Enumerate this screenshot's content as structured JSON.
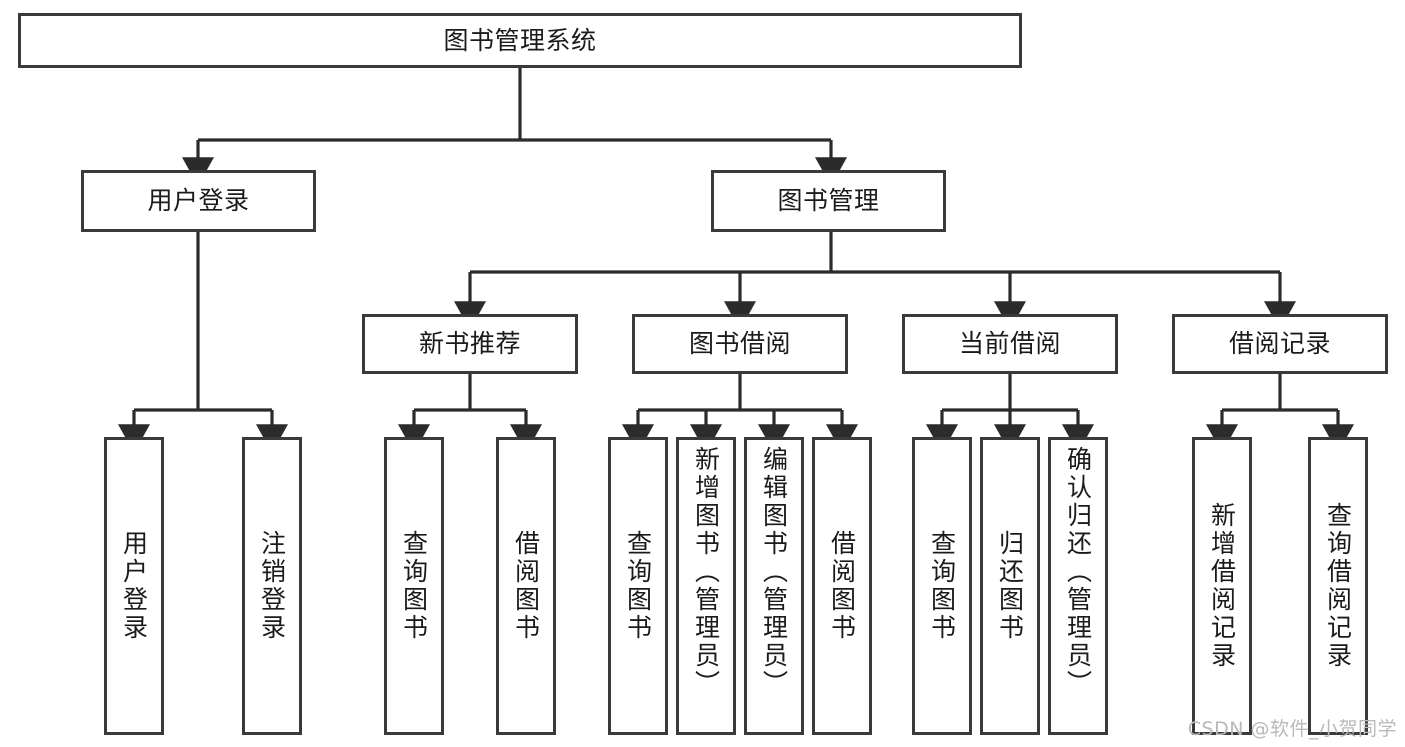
{
  "diagram": {
    "title": "图书管理系统",
    "type": "functional-structure-tree",
    "colors": {
      "box_border": "#3a3a3a",
      "box_fill": "#ffffff",
      "edge": "#2b2b2b",
      "text": "#1b1b1b",
      "watermark": "#b9b9b9"
    },
    "root": {
      "label": "图书管理系统"
    },
    "level1": [
      {
        "label": "用户登录"
      },
      {
        "label": "图书管理"
      }
    ],
    "level2": [
      {
        "label": "新书推荐"
      },
      {
        "label": "图书借阅"
      },
      {
        "label": "当前借阅"
      },
      {
        "label": "借阅记录"
      }
    ],
    "leaves": {
      "user_login": [
        {
          "label": "用户登录"
        },
        {
          "label": "注销登录"
        }
      ],
      "new_book_recommend": [
        {
          "label": "查询图书"
        },
        {
          "label": "借阅图书"
        }
      ],
      "book_borrow": [
        {
          "label": "查询图书"
        },
        {
          "label": "新增图书（管理员）"
        },
        {
          "label": "编辑图书（管理员）"
        },
        {
          "label": "借阅图书"
        }
      ],
      "current_borrow": [
        {
          "label": "查询图书"
        },
        {
          "label": "归还图书"
        },
        {
          "label": "确认归还（管理员）"
        }
      ],
      "borrow_record": [
        {
          "label": "新增借阅记录"
        },
        {
          "label": "查询借阅记录"
        }
      ]
    }
  },
  "watermark": {
    "text": "CSDN @软件_小贺同学"
  }
}
